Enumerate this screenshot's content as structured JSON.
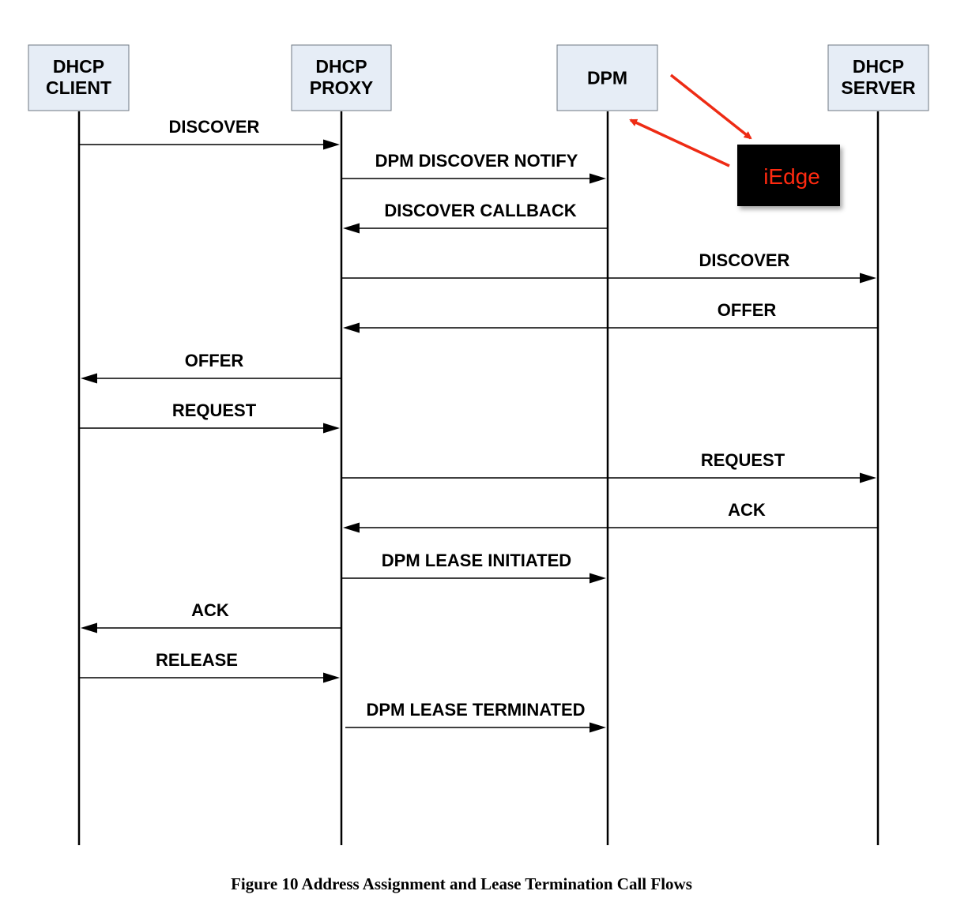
{
  "colors": {
    "box_fill": "#e6edf6",
    "box_stroke": "#6f7883",
    "callout_bg": "#000000",
    "callout_text": "#ff2a10",
    "callout_arrow": "#ee2b14"
  },
  "participants": [
    {
      "id": "client",
      "lines": [
        "DHCP",
        "CLIENT"
      ]
    },
    {
      "id": "proxy",
      "lines": [
        "DHCP",
        "PROXY"
      ]
    },
    {
      "id": "dpm",
      "lines": [
        "DPM"
      ]
    },
    {
      "id": "server",
      "lines": [
        "DHCP",
        "SERVER"
      ]
    }
  ],
  "messages": [
    {
      "from": "client",
      "to": "proxy",
      "label": "DISCOVER"
    },
    {
      "from": "proxy",
      "to": "dpm",
      "label": "DPM DISCOVER NOTIFY"
    },
    {
      "from": "dpm",
      "to": "proxy",
      "label": "DISCOVER CALLBACK"
    },
    {
      "from": "proxy",
      "to": "server",
      "label": "DISCOVER"
    },
    {
      "from": "server",
      "to": "proxy",
      "label": "OFFER"
    },
    {
      "from": "proxy",
      "to": "client",
      "label": "OFFER"
    },
    {
      "from": "client",
      "to": "proxy",
      "label": "REQUEST"
    },
    {
      "from": "proxy",
      "to": "server",
      "label": "REQUEST"
    },
    {
      "from": "server",
      "to": "proxy",
      "label": "ACK"
    },
    {
      "from": "proxy",
      "to": "dpm",
      "label": "DPM LEASE INITIATED"
    },
    {
      "from": "proxy",
      "to": "client",
      "label": "ACK"
    },
    {
      "from": "client",
      "to": "proxy",
      "label": "RELEASE"
    },
    {
      "from": "proxy",
      "to": "dpm",
      "label": "DPM LEASE TERMINATED"
    }
  ],
  "callout": {
    "label": "iEdge"
  },
  "caption": "Figure 10 Address Assignment and Lease Termination Call Flows"
}
